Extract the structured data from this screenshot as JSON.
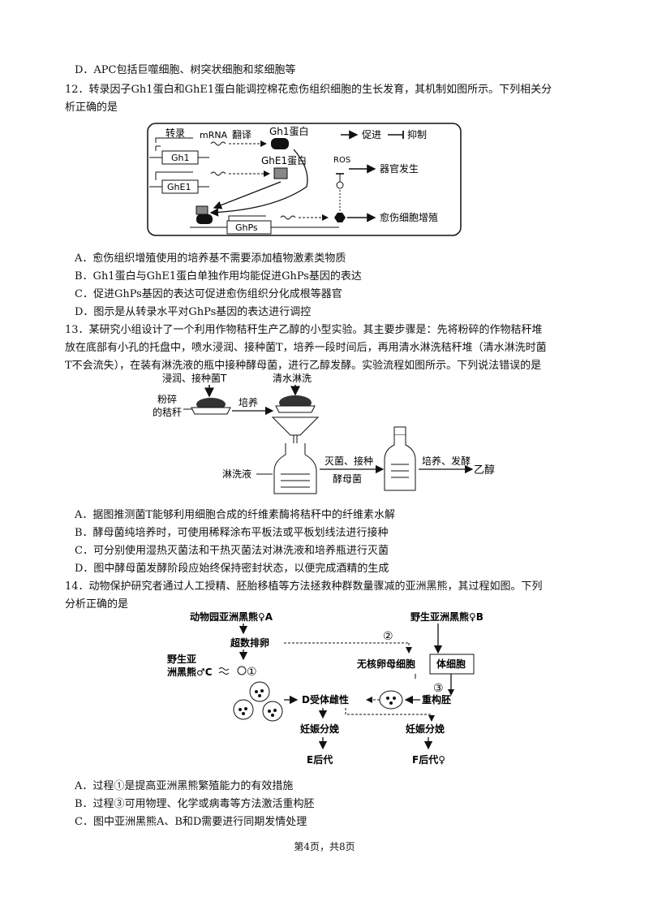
{
  "q11": {
    "optD": "D．APC包括巨噬细胞、树突状细胞和浆细胞等"
  },
  "q12": {
    "line1": "12．转录因子Gh1蛋白和GhE1蛋白能调控棉花愈伤组织细胞的生长发育，其机制如图所示。下列相关分",
    "line2": "析正确的是",
    "fig": {
      "transcription": "转录",
      "mrna": "mRNA",
      "translation": "翻译",
      "gh1_protein": "Gh1蛋白",
      "ghe1_protein": "GhE1蛋白",
      "gene_gh1": "Gh1",
      "gene_ghe1": "GhE1",
      "gene_ghps": "GhPs",
      "ros": "ROS",
      "promote": "促进",
      "inhibit": "抑制",
      "organ": "器官发生",
      "prolif": "愈伤细胞增殖"
    },
    "options": [
      "A．愈伤组织增殖使用的培养基不需要添加植物激素类物质",
      "B．Gh1蛋白与GhE1蛋白单独作用均能促进GhPs基因的表达",
      "C．促进GhPs基因的表达可促进愈伤组织分化成根等器官",
      "D．图示是从转录水平对GhPs基因的表达进行调控"
    ]
  },
  "q13": {
    "line1": "13．某研究小组设计了一个利用作物秸秆生产乙醇的小型实验。其主要步骤是：先将粉碎的作物秸秆堆",
    "line2": "放在底部有小孔的托盘中，喷水浸润、接种菌T，培养一段时间后，再用清水淋洗秸秆堆（清水淋洗时菌",
    "line3": "T不会流失），在装有淋洗液的瓶中接种酵母菌，进行乙醇发酵。实验流程如图所示。下列说法错误的是",
    "fig": {
      "soak": "浸润、接种菌T",
      "rinse": "清水淋洗",
      "crushed1": "粉碎",
      "crushed2": "的秸秆",
      "culture": "培养",
      "rinse_liquid": "淋洗液",
      "sterilize1": "灭菌、接种",
      "sterilize2": "酵母菌",
      "ferment": "培养、发酵",
      "ethanol": "乙醇"
    },
    "options": [
      "A．据图推测菌T能够利用细胞合成的纤维素酶将秸秆中的纤维素水解",
      "B．酵母菌纯培养时，可使用稀释涂布平板法或平板划线法进行接种",
      "C．可分别使用湿热灭菌法和干热灭菌法对淋洗液和培养瓶进行灭菌",
      "D．图中酵母菌发酵阶段应始终保持密封状态，以便完成酒精的生成"
    ]
  },
  "q14": {
    "line1": "14．动物保护研究者通过人工授精、胚胎移植等方法拯救种群数量骤减的亚洲黑熊，其过程如图。下列",
    "line2": "分析正确的是",
    "fig": {
      "zooA": "动物园亚洲黑熊♀A",
      "wildB": "野生亚洲黑熊♀B",
      "superov": "超数排卵",
      "wildC1": "野生亚",
      "wildC2": "洲黑熊♂C",
      "c1": "①",
      "c2": "②",
      "c3": "③",
      "enuc": "无核卵母细胞",
      "somatic": "体细胞",
      "recipient": "D受体雌性",
      "reconst": "重构胚",
      "preg1": "妊娠分娩",
      "preg2": "妊娠分娩",
      "offE": "E后代",
      "offF": "F后代♀"
    },
    "options": [
      "A．过程①是提高亚洲黑熊繁殖能力的有效措施",
      "B．过程③可用物理、化学或病毒等方法激活重构胚",
      "C．图中亚洲黑熊A、B和D需要进行同期发情处理"
    ]
  },
  "footer": "第4页，共8页"
}
